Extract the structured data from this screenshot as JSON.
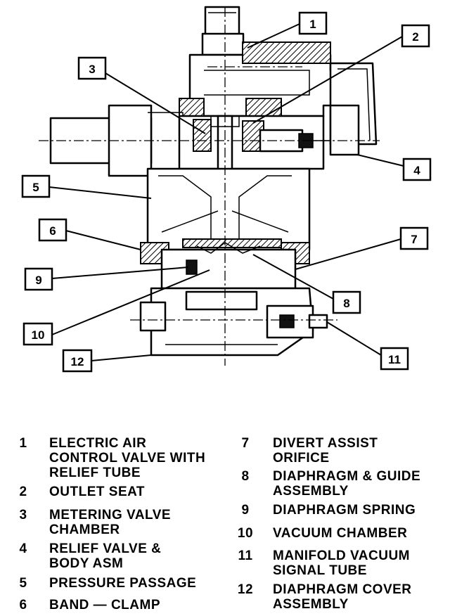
{
  "callouts": [
    "1",
    "2",
    "3",
    "4",
    "5",
    "6",
    "7",
    "8",
    "9",
    "10",
    "11",
    "12"
  ],
  "legend": [
    {
      "num": "1",
      "text": "ELECTRIC AIR\nCONTROL VALVE WITH\nRELIEF TUBE"
    },
    {
      "num": "2",
      "text": "OUTLET SEAT"
    },
    {
      "num": "3",
      "text": "METERING VALVE\nCHAMBER"
    },
    {
      "num": "4",
      "text": "RELIEF VALVE &\nBODY ASM"
    },
    {
      "num": "5",
      "text": "PRESSURE PASSAGE"
    },
    {
      "num": "6",
      "text": "BAND — CLAMP"
    },
    {
      "num": "7",
      "text": "DIVERT ASSIST\nORIFICE"
    },
    {
      "num": "8",
      "text": "DIAPHRAGM & GUIDE\nASSEMBLY"
    },
    {
      "num": "9",
      "text": "DIAPHRAGM SPRING"
    },
    {
      "num": "10",
      "text": "VACUUM CHAMBER"
    },
    {
      "num": "11",
      "text": "MANIFOLD VACUUM\nSIGNAL TUBE"
    },
    {
      "num": "12",
      "text": "DIAPHRAGM COVER\nASSEMBLY"
    }
  ]
}
